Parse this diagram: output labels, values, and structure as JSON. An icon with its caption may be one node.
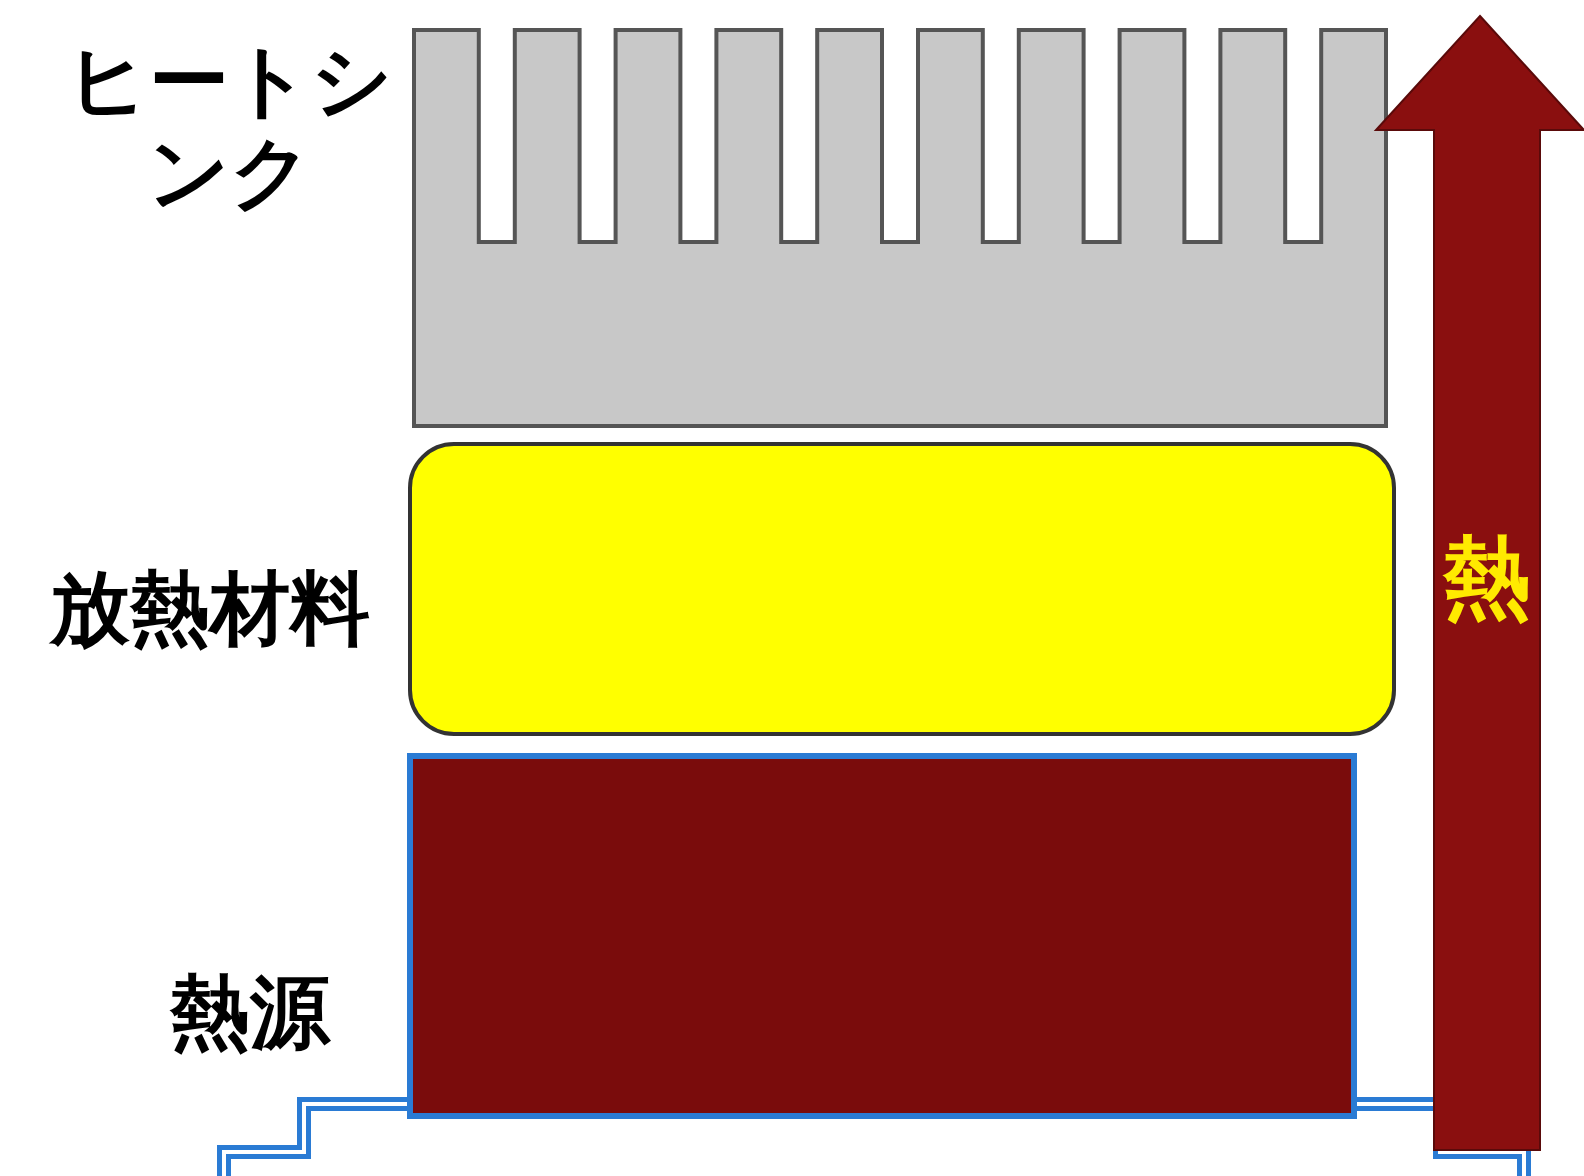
{
  "diagram": {
    "nodes": [
      {
        "text": [
          "ヒートシンク"
        ]
      },
      {
        "text": [
          "放熱材料"
        ]
      },
      {
        "text": [
          "熱源"
        ]
      },
      {
        "text": [
          "熱"
        ]
      }
    ]
  }
}
